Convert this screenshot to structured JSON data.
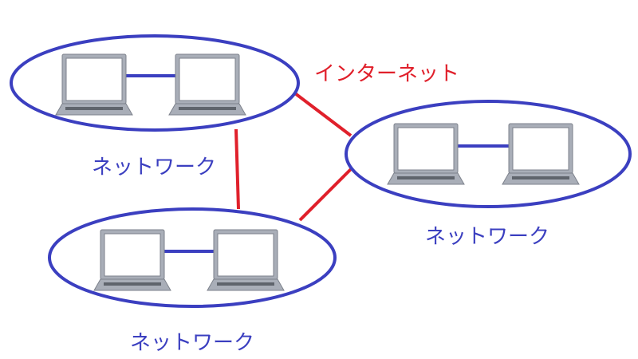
{
  "colors": {
    "network": "#3b3fc0",
    "internet": "#e0202b",
    "laptop_body": "#a9aeb8",
    "laptop_screen": "#ffffff",
    "laptop_outline": "#7d828c",
    "keyboard": "#5f646c"
  },
  "internet": {
    "label": "インターネット"
  },
  "networks": [
    {
      "label": "ネットワーク"
    },
    {
      "label": "ネットワーク"
    },
    {
      "label": "ネットワーク"
    }
  ]
}
